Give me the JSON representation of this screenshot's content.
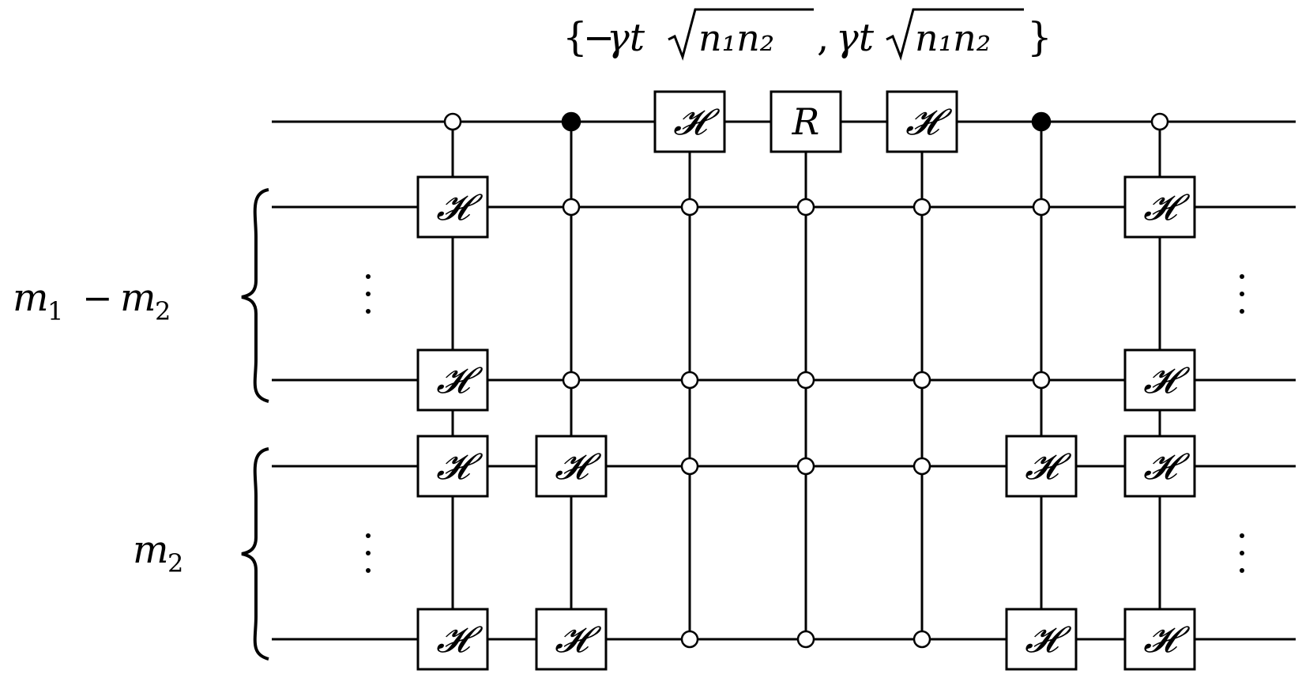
{
  "annotation": {
    "open_brace": "{",
    "minus": "−",
    "gamma_t": "γt",
    "n1n2": "n₁n₂",
    "comma": ",",
    "close_brace": "}"
  },
  "groups": [
    {
      "label_var": "m",
      "label_sub": "1",
      "label_op": "−",
      "label_var2": "m",
      "label_sub2": "2"
    },
    {
      "label_var": "m",
      "label_sub": "2"
    }
  ],
  "gate_symbols": {
    "hadamard": "𝓗",
    "rotation": "R"
  },
  "wires": 7,
  "columns": [
    {
      "type": "controlled",
      "control_wire": 0,
      "control": "open",
      "targets": [
        1,
        3,
        4,
        6
      ],
      "gate": "hadamard"
    },
    {
      "type": "controlled",
      "control_wire": 0,
      "control": "closed",
      "opens": [
        1,
        3
      ],
      "targets": [
        4,
        6
      ],
      "gate": "hadamard"
    },
    {
      "type": "multi",
      "gate_wire": 0,
      "gate": "hadamard",
      "opens": [
        1,
        3,
        4,
        6
      ]
    },
    {
      "type": "multi",
      "gate_wire": 0,
      "gate": "rotation",
      "opens": [
        1,
        3,
        4,
        6
      ]
    },
    {
      "type": "multi",
      "gate_wire": 0,
      "gate": "hadamard",
      "opens": [
        1,
        3,
        4,
        6
      ]
    },
    {
      "type": "controlled",
      "control_wire": 0,
      "control": "closed",
      "opens": [
        1,
        3
      ],
      "targets": [
        4,
        6
      ],
      "gate": "hadamard"
    },
    {
      "type": "controlled",
      "control_wire": 0,
      "control": "open",
      "targets": [
        1,
        3,
        4,
        6
      ],
      "gate": "hadamard"
    }
  ]
}
